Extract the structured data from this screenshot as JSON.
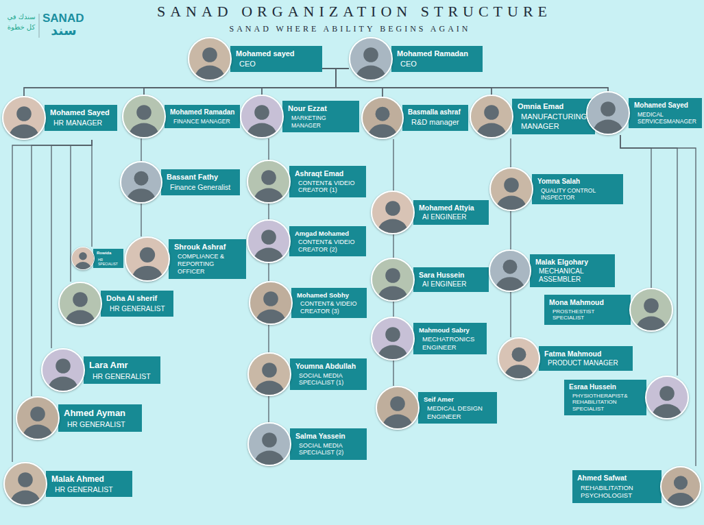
{
  "diagram": {
    "title": "SANAD ORGANIZATION STRUCTURE",
    "nodes": [
      {
        "text": [
          "Mohamed sayed",
          "CEO"
        ]
      },
      {
        "text": [
          "Mohamed Ramadan",
          "CEO"
        ]
      },
      {
        "text": [
          "Mohamed Sayed",
          "HR MANAGER"
        ]
      },
      {
        "text": [
          "Mohamed Ramadan",
          "FINANCE MANAGER"
        ]
      },
      {
        "text": [
          "Nour Ezzat",
          "MARKETING MANAGER"
        ]
      },
      {
        "text": [
          "Basmalla ashraf",
          "R&D manager"
        ]
      },
      {
        "text": [
          "Omnia Emad",
          "MANUFACTURING MANAGER"
        ]
      },
      {
        "text": [
          "Mohamed Sayed",
          "MEDICAL SERVICESMANAGER"
        ]
      },
      {
        "text": [
          "Rowida",
          "HR SPECIALIST"
        ]
      },
      {
        "text": [
          "Doha Al sherif",
          "HR GENERALIST"
        ]
      },
      {
        "text": [
          "Lara Amr",
          "HR GENERALIST"
        ]
      },
      {
        "text": [
          "Ahmed Ayman",
          "HR GENERALIST"
        ]
      },
      {
        "text": [
          "Malak Ahmed",
          "HR GENERALIST"
        ]
      },
      {
        "text": [
          "Bassant Fathy",
          "Finance Generalist"
        ]
      },
      {
        "text": [
          "Shrouk Ashraf",
          "COMPLIANCE & REPORTING OFFICER"
        ]
      },
      {
        "text": [
          "Ashraqt Emad",
          "CONTENT& VIDEIO CREATOR (1)"
        ]
      },
      {
        "text": [
          "Amgad Mohamed",
          "CONTENT& VIDEIO CREATOR (2)"
        ]
      },
      {
        "text": [
          "Mohamed Sobhy",
          "CONTENT& VIDEIO CREATOR (3)"
        ]
      },
      {
        "text": [
          "Youmna Abdullah",
          "SOCIAL MEDIA SPECIALIST (1)"
        ]
      },
      {
        "text": [
          "Salma Yassein",
          "SOCIAL MEDIA SPECIALIST (2)"
        ]
      },
      {
        "text": [
          "Mohamed Attyia",
          "AI ENGINEER"
        ]
      },
      {
        "text": [
          "Sara Hussein",
          "AI ENGINEER"
        ]
      },
      {
        "text": [
          "Mahmoud Sabry",
          "MECHATRONICS ENGINEER"
        ]
      },
      {
        "text": [
          "Seif Amer",
          "MEDICAL DESIGN ENGINEER"
        ]
      },
      {
        "text": [
          "Yomna Salah",
          "QUALITY CONTROL INSPECTOR"
        ]
      },
      {
        "text": [
          "Malak Elgohary",
          "MECHANICAL ASSEMBLER"
        ]
      },
      {
        "text": [
          "Fatma Mahmoud",
          "PRODUCT MANAGER"
        ]
      },
      {
        "text": [
          "Mona Mahmoud",
          "PROSTHESTIST SPECIALIST"
        ]
      },
      {
        "text": [
          "Esraa Hussein",
          "PHYSIOTHERAPIST& REHABILITATION SPECIALIST"
        ]
      },
      {
        "text": [
          "Ahmed Safwat",
          "REHABILITATION PSYCHOLOGIST"
        ]
      }
    ],
    "edges": [
      {
        "from": 0,
        "to": 2,
        "arrow": "none"
      },
      {
        "from": 0,
        "to": 3,
        "arrow": "none"
      },
      {
        "from": 0,
        "to": 4,
        "arrow": "none"
      },
      {
        "from": 0,
        "to": 5,
        "arrow": "none"
      },
      {
        "from": 0,
        "to": 6,
        "arrow": "none"
      },
      {
        "from": 0,
        "to": 7,
        "arrow": "none"
      },
      {
        "from": 1,
        "to": 2,
        "arrow": "none"
      },
      {
        "from": 1,
        "to": 3,
        "arrow": "none"
      },
      {
        "from": 1,
        "to": 4,
        "arrow": "none"
      },
      {
        "from": 1,
        "to": 5,
        "arrow": "none"
      },
      {
        "from": 1,
        "to": 6,
        "arrow": "none"
      },
      {
        "from": 1,
        "to": 7,
        "arrow": "none"
      },
      {
        "from": 2,
        "to": 8,
        "arrow": "none"
      },
      {
        "from": 2,
        "to": 9,
        "arrow": "none"
      },
      {
        "from": 2,
        "to": 10,
        "arrow": "none"
      },
      {
        "from": 2,
        "to": 11,
        "arrow": "none"
      },
      {
        "from": 2,
        "to": 12,
        "arrow": "none"
      },
      {
        "from": 3,
        "to": 13,
        "arrow": "none"
      },
      {
        "from": 13,
        "to": 14,
        "arrow": "none"
      },
      {
        "from": 4,
        "to": 15,
        "arrow": "none"
      },
      {
        "from": 15,
        "to": 16,
        "arrow": "none"
      },
      {
        "from": 16,
        "to": 17,
        "arrow": "none"
      },
      {
        "from": 17,
        "to": 18,
        "arrow": "none"
      },
      {
        "from": 18,
        "to": 19,
        "arrow": "none"
      },
      {
        "from": 5,
        "to": 20,
        "arrow": "none"
      },
      {
        "from": 20,
        "to": 21,
        "arrow": "none"
      },
      {
        "from": 21,
        "to": 22,
        "arrow": "none"
      },
      {
        "from": 22,
        "to": 23,
        "arrow": "none"
      },
      {
        "from": 6,
        "to": 24,
        "arrow": "none"
      },
      {
        "from": 24,
        "to": 25,
        "arrow": "none"
      },
      {
        "from": 25,
        "to": 26,
        "arrow": "none"
      },
      {
        "from": 7,
        "to": 27,
        "arrow": "none"
      },
      {
        "from": 7,
        "to": 28,
        "arrow": "none"
      },
      {
        "from": 7,
        "to": 29,
        "arrow": "none"
      }
    ],
    "labels": [
      "SANAD WHERE ABILITY BEGINS AGAIN",
      "SANAD",
      "سند",
      "سندك في كل خطوة"
    ]
  }
}
